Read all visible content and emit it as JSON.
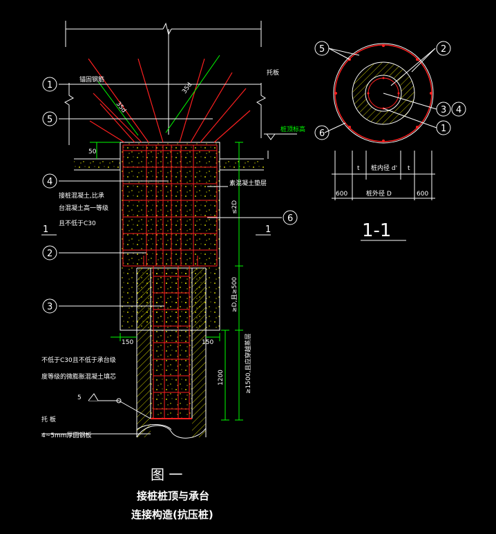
{
  "colors": {
    "background": "#000000",
    "lines": "#ffffff",
    "rebar": "#ff2020",
    "concrete_dots": "#ffff00",
    "dimension": "#00ff00"
  },
  "elevation": {
    "labels": {
      "anchor_rebar": "锚固钢筋",
      "steel_plate": "托板",
      "pile_top_level": "桩顶标高",
      "cushion": "素混凝土垫层",
      "fill_concrete": [
        "接桩混凝土,比承",
        "台混凝土高一等级",
        "且不低于C30"
      ],
      "bottom_note": [
        "不低于C30且不低于承台级",
        "度等级的微膨胀混凝土填芯"
      ],
      "plate": "托  板",
      "plate_spec": "4~5mm厚圆钢板"
    },
    "dims": {
      "d35_left": "35d",
      "d35_right": "35d",
      "cover50": "50",
      "le2d": "≤2D",
      "ge_d_500": "≥D,且≥500",
      "ge1500": "≥1500,且应穿越蒸层",
      "h1200": "1200",
      "w150_left": "150",
      "w150_right": "150",
      "weld": "5"
    },
    "section_mark_left": "1",
    "section_mark_right": "1",
    "callouts": {
      "c1": "1",
      "c5": "5",
      "c4": "4",
      "c2": "2",
      "c3": "3",
      "c6": "6"
    }
  },
  "section": {
    "callouts": {
      "c5": "5",
      "c2": "2",
      "c3": "3",
      "c4": "4",
      "c6": "6",
      "c1": "1"
    },
    "dims": {
      "t_left": "t",
      "inner_dia": "桩内径 d'",
      "t_right": "t",
      "w600_left": "600",
      "outer_dia": "桩外径 D",
      "w600_right": "600"
    },
    "title": "1-1"
  },
  "caption": {
    "fig": "图 一",
    "line1": "接桩桩顶与承台",
    "line2": "连接构造(抗压桩)"
  }
}
